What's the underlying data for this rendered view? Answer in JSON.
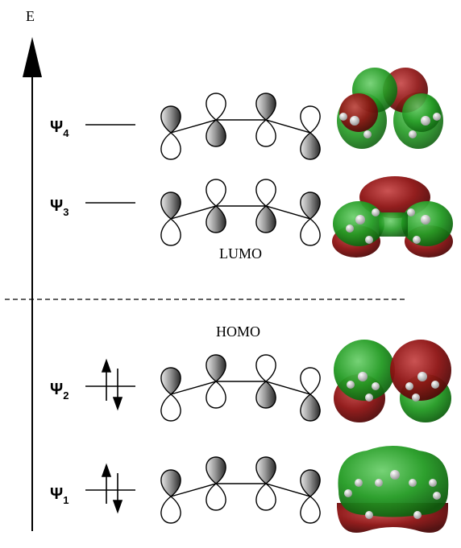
{
  "axis": {
    "label": "E"
  },
  "levels": [
    {
      "id": "psi4",
      "symbol": "Ψ",
      "subscript": "4",
      "electrons": 0
    },
    {
      "id": "psi3",
      "symbol": "Ψ",
      "subscript": "3",
      "electrons": 0
    },
    {
      "id": "psi2",
      "symbol": "Ψ",
      "subscript": "2",
      "electrons": 2
    },
    {
      "id": "psi1",
      "symbol": "Ψ",
      "subscript": "1",
      "electrons": 2
    }
  ],
  "labels": {
    "lumo": "LUMO",
    "homo": "HOMO"
  },
  "orbital_shading": {
    "psi4": [
      "up",
      "down",
      "up",
      "down"
    ],
    "psi3": [
      "up",
      "down",
      "down",
      "up"
    ],
    "psi2": [
      "up",
      "up",
      "down",
      "down"
    ],
    "psi1": [
      "up",
      "up",
      "up",
      "up"
    ]
  },
  "colors": {
    "green": "#1f8a1f",
    "red": "#8b1010",
    "line": "#000000"
  }
}
